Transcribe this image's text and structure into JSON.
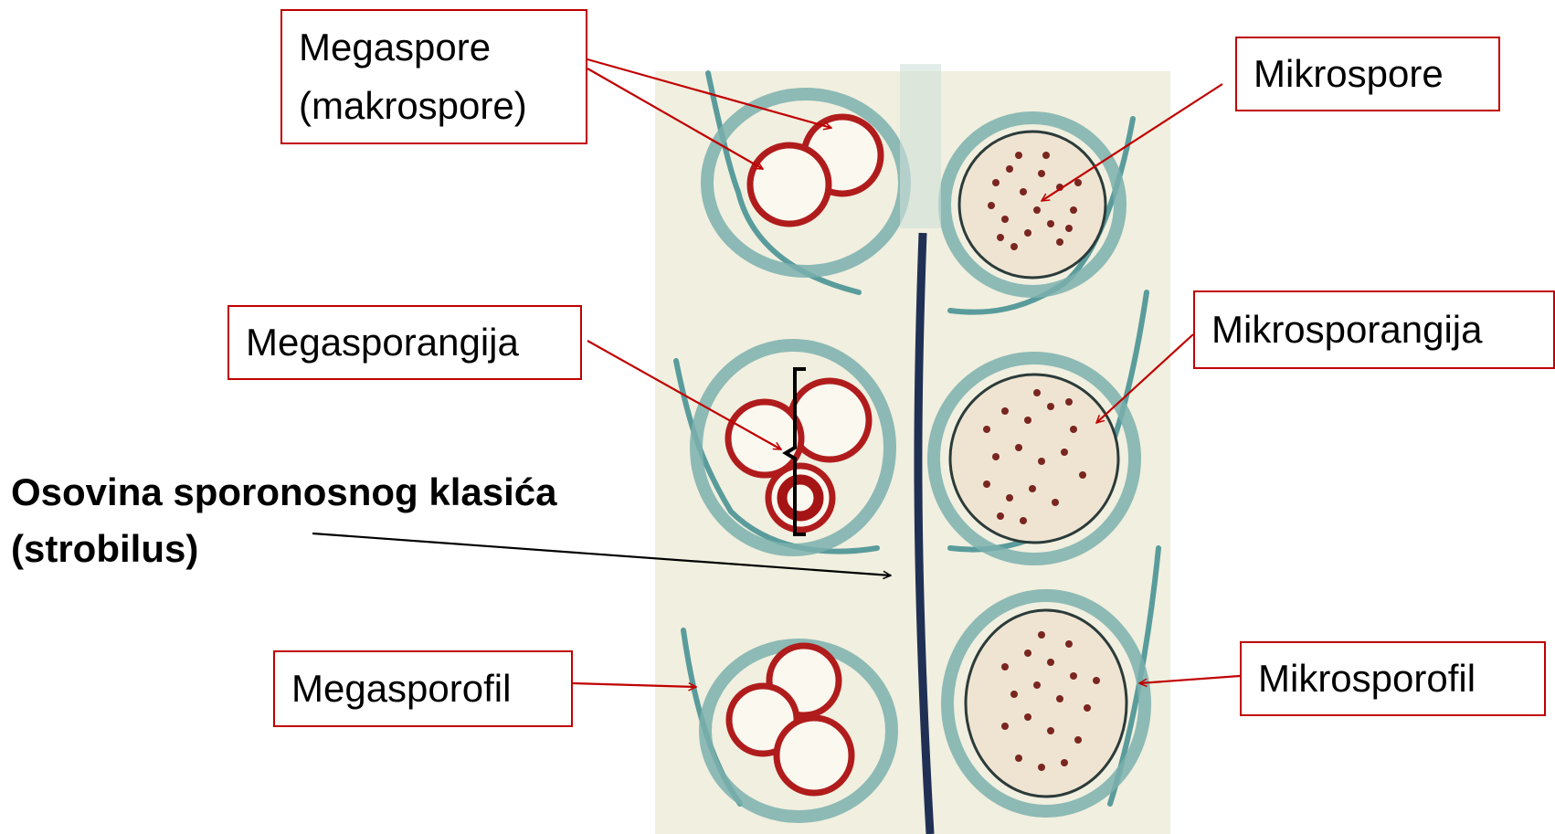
{
  "labels": {
    "megaspore_line1": "Megaspore",
    "megaspore_line2": "(makrospore)",
    "mikrospore": "Mikrospore",
    "megasporangija": "Megasporangija",
    "mikrosporangija": "Mikrosporangija",
    "axis_line1": "Osovina sporonosnog klasića",
    "axis_line2": "(strobilus)",
    "megasporofil": "Megasporofil",
    "mikrosporofil": "Mikrosporofil"
  },
  "colors": {
    "label_border": "#c00000",
    "arrow_red": "#c00000",
    "arrow_black": "#000000",
    "slide_background": "#f1efdf",
    "tissue_teal": "#5a9c9c",
    "spore_wall_red": "#b01c1c",
    "microspore_dots": "#7a2620",
    "central_axis": "#1f3054"
  }
}
